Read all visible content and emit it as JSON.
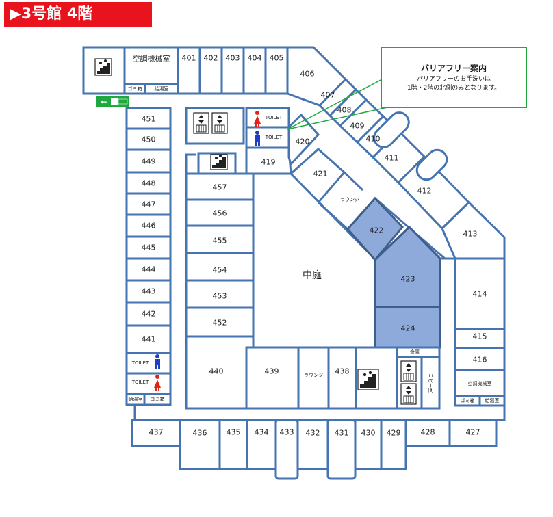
{
  "title": "▶3号館 4階",
  "courtyard": "中庭",
  "lounge": "ラウンジ",
  "notice": {
    "title": "バリアフリー案内",
    "line1": "バリアフリーのお手洗いは",
    "line2": "1階・2階の北側のみとなります。"
  },
  "labels": {
    "aircon_room": "空調機械室",
    "garbage": "ゴミ箱",
    "kitchenette": "給湯室",
    "toilet": "TOILET",
    "storage": "倉庫",
    "copy_room": "コピー室"
  },
  "rooms": {
    "401": "401",
    "402": "402",
    "403": "403",
    "404": "404",
    "405": "405",
    "406": "406",
    "407": "407",
    "408": "408",
    "409": "409",
    "410": "410",
    "411": "411",
    "412": "412",
    "413": "413",
    "414": "414",
    "415": "415",
    "416": "416",
    "419": "419",
    "420": "420",
    "421": "421",
    "422": "422",
    "423": "423",
    "424": "424",
    "427": "427",
    "428": "428",
    "429": "429",
    "430": "430",
    "431": "431",
    "432": "432",
    "433": "433",
    "434": "434",
    "435": "435",
    "436": "436",
    "437": "437",
    "438": "438",
    "439": "439",
    "440": "440",
    "441": "441",
    "442": "442",
    "443": "443",
    "444": "444",
    "445": "445",
    "446": "446",
    "447": "447",
    "448": "448",
    "449": "449",
    "450": "450",
    "451": "451",
    "452": "452",
    "453": "453",
    "454": "454",
    "455": "455",
    "456": "456",
    "457": "457"
  },
  "highlighted_rooms": [
    "422",
    "423",
    "424"
  ],
  "colors": {
    "banner": "#e8131c",
    "wall": "#4574b0",
    "highlight": "#8eaadb",
    "notice_border": "#1fa83f",
    "exit_sign": "#1fa83f",
    "toilet_male": "#1e3fbf",
    "toilet_female": "#e0241b"
  }
}
